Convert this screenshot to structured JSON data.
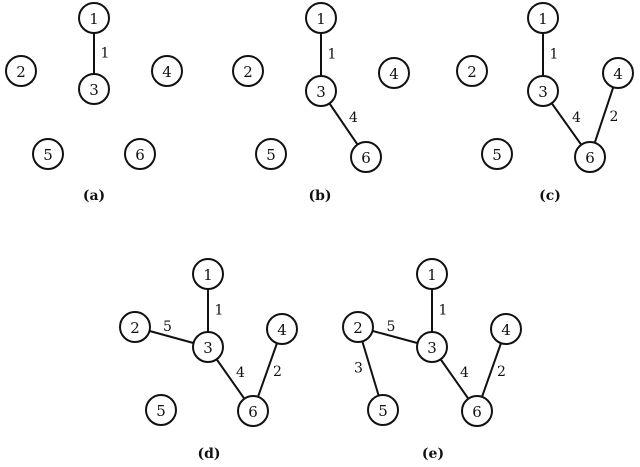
{
  "panels": [
    {
      "label": "(a)",
      "nodes": [
        "1",
        "2",
        "3",
        "4",
        "5",
        "6"
      ],
      "edges": [
        {
          "from": "1",
          "to": "3",
          "weight": "1"
        }
      ]
    },
    {
      "label": "(b)",
      "nodes": [
        "1",
        "2",
        "3",
        "4",
        "5",
        "6"
      ],
      "edges": [
        {
          "from": "1",
          "to": "3",
          "weight": "1"
        },
        {
          "from": "3",
          "to": "6",
          "weight": "4"
        }
      ]
    },
    {
      "label": "(c)",
      "nodes": [
        "1",
        "2",
        "3",
        "4",
        "5",
        "6"
      ],
      "edges": [
        {
          "from": "1",
          "to": "3",
          "weight": "1"
        },
        {
          "from": "3",
          "to": "6",
          "weight": "4"
        },
        {
          "from": "6",
          "to": "4",
          "weight": "2"
        }
      ]
    },
    {
      "label": "(d)",
      "nodes": [
        "1",
        "2",
        "3",
        "4",
        "5",
        "6"
      ],
      "edges": [
        {
          "from": "1",
          "to": "3",
          "weight": "1"
        },
        {
          "from": "2",
          "to": "3",
          "weight": "5"
        },
        {
          "from": "3",
          "to": "6",
          "weight": "4"
        },
        {
          "from": "6",
          "to": "4",
          "weight": "2"
        }
      ]
    },
    {
      "label": "(e)",
      "nodes": [
        "1",
        "2",
        "3",
        "4",
        "5",
        "6"
      ],
      "edges": [
        {
          "from": "1",
          "to": "3",
          "weight": "1"
        },
        {
          "from": "2",
          "to": "3",
          "weight": "5"
        },
        {
          "from": "2",
          "to": "5",
          "weight": "3"
        },
        {
          "from": "3",
          "to": "6",
          "weight": "4"
        },
        {
          "from": "6",
          "to": "4",
          "weight": "2"
        }
      ]
    }
  ]
}
